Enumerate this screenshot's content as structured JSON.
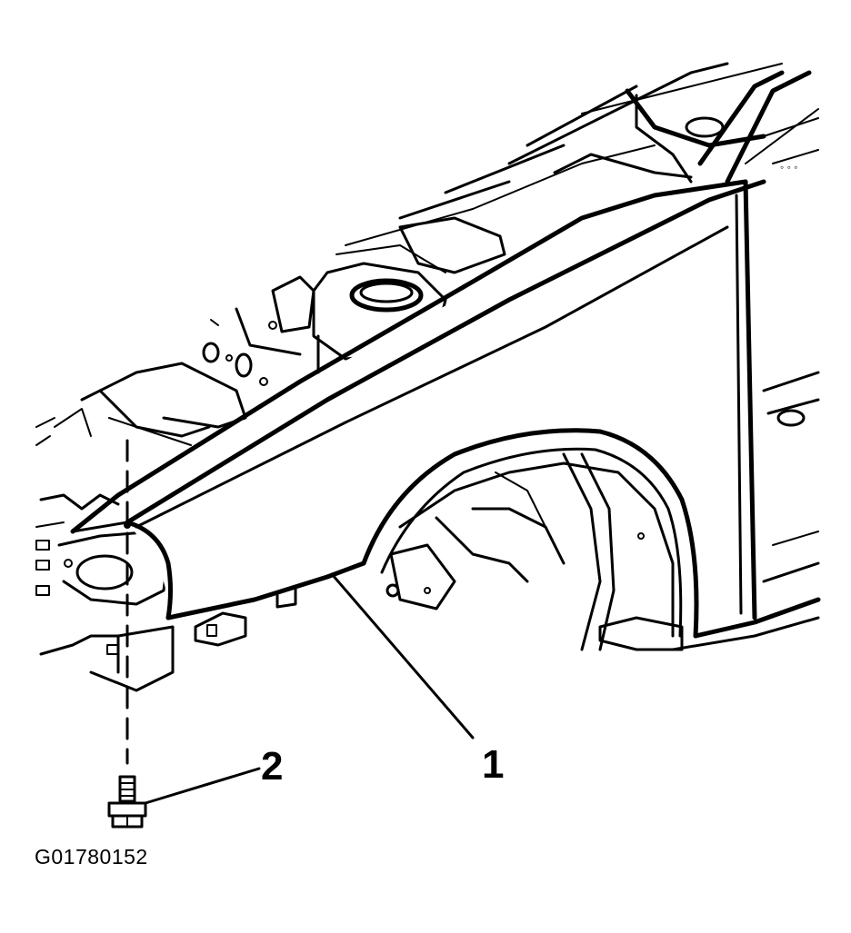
{
  "callouts": {
    "fender_label": "1",
    "bolt_label": "2"
  },
  "figure_code": "G01780152",
  "colors": {
    "ink": "#000000",
    "background": "#ffffff"
  }
}
